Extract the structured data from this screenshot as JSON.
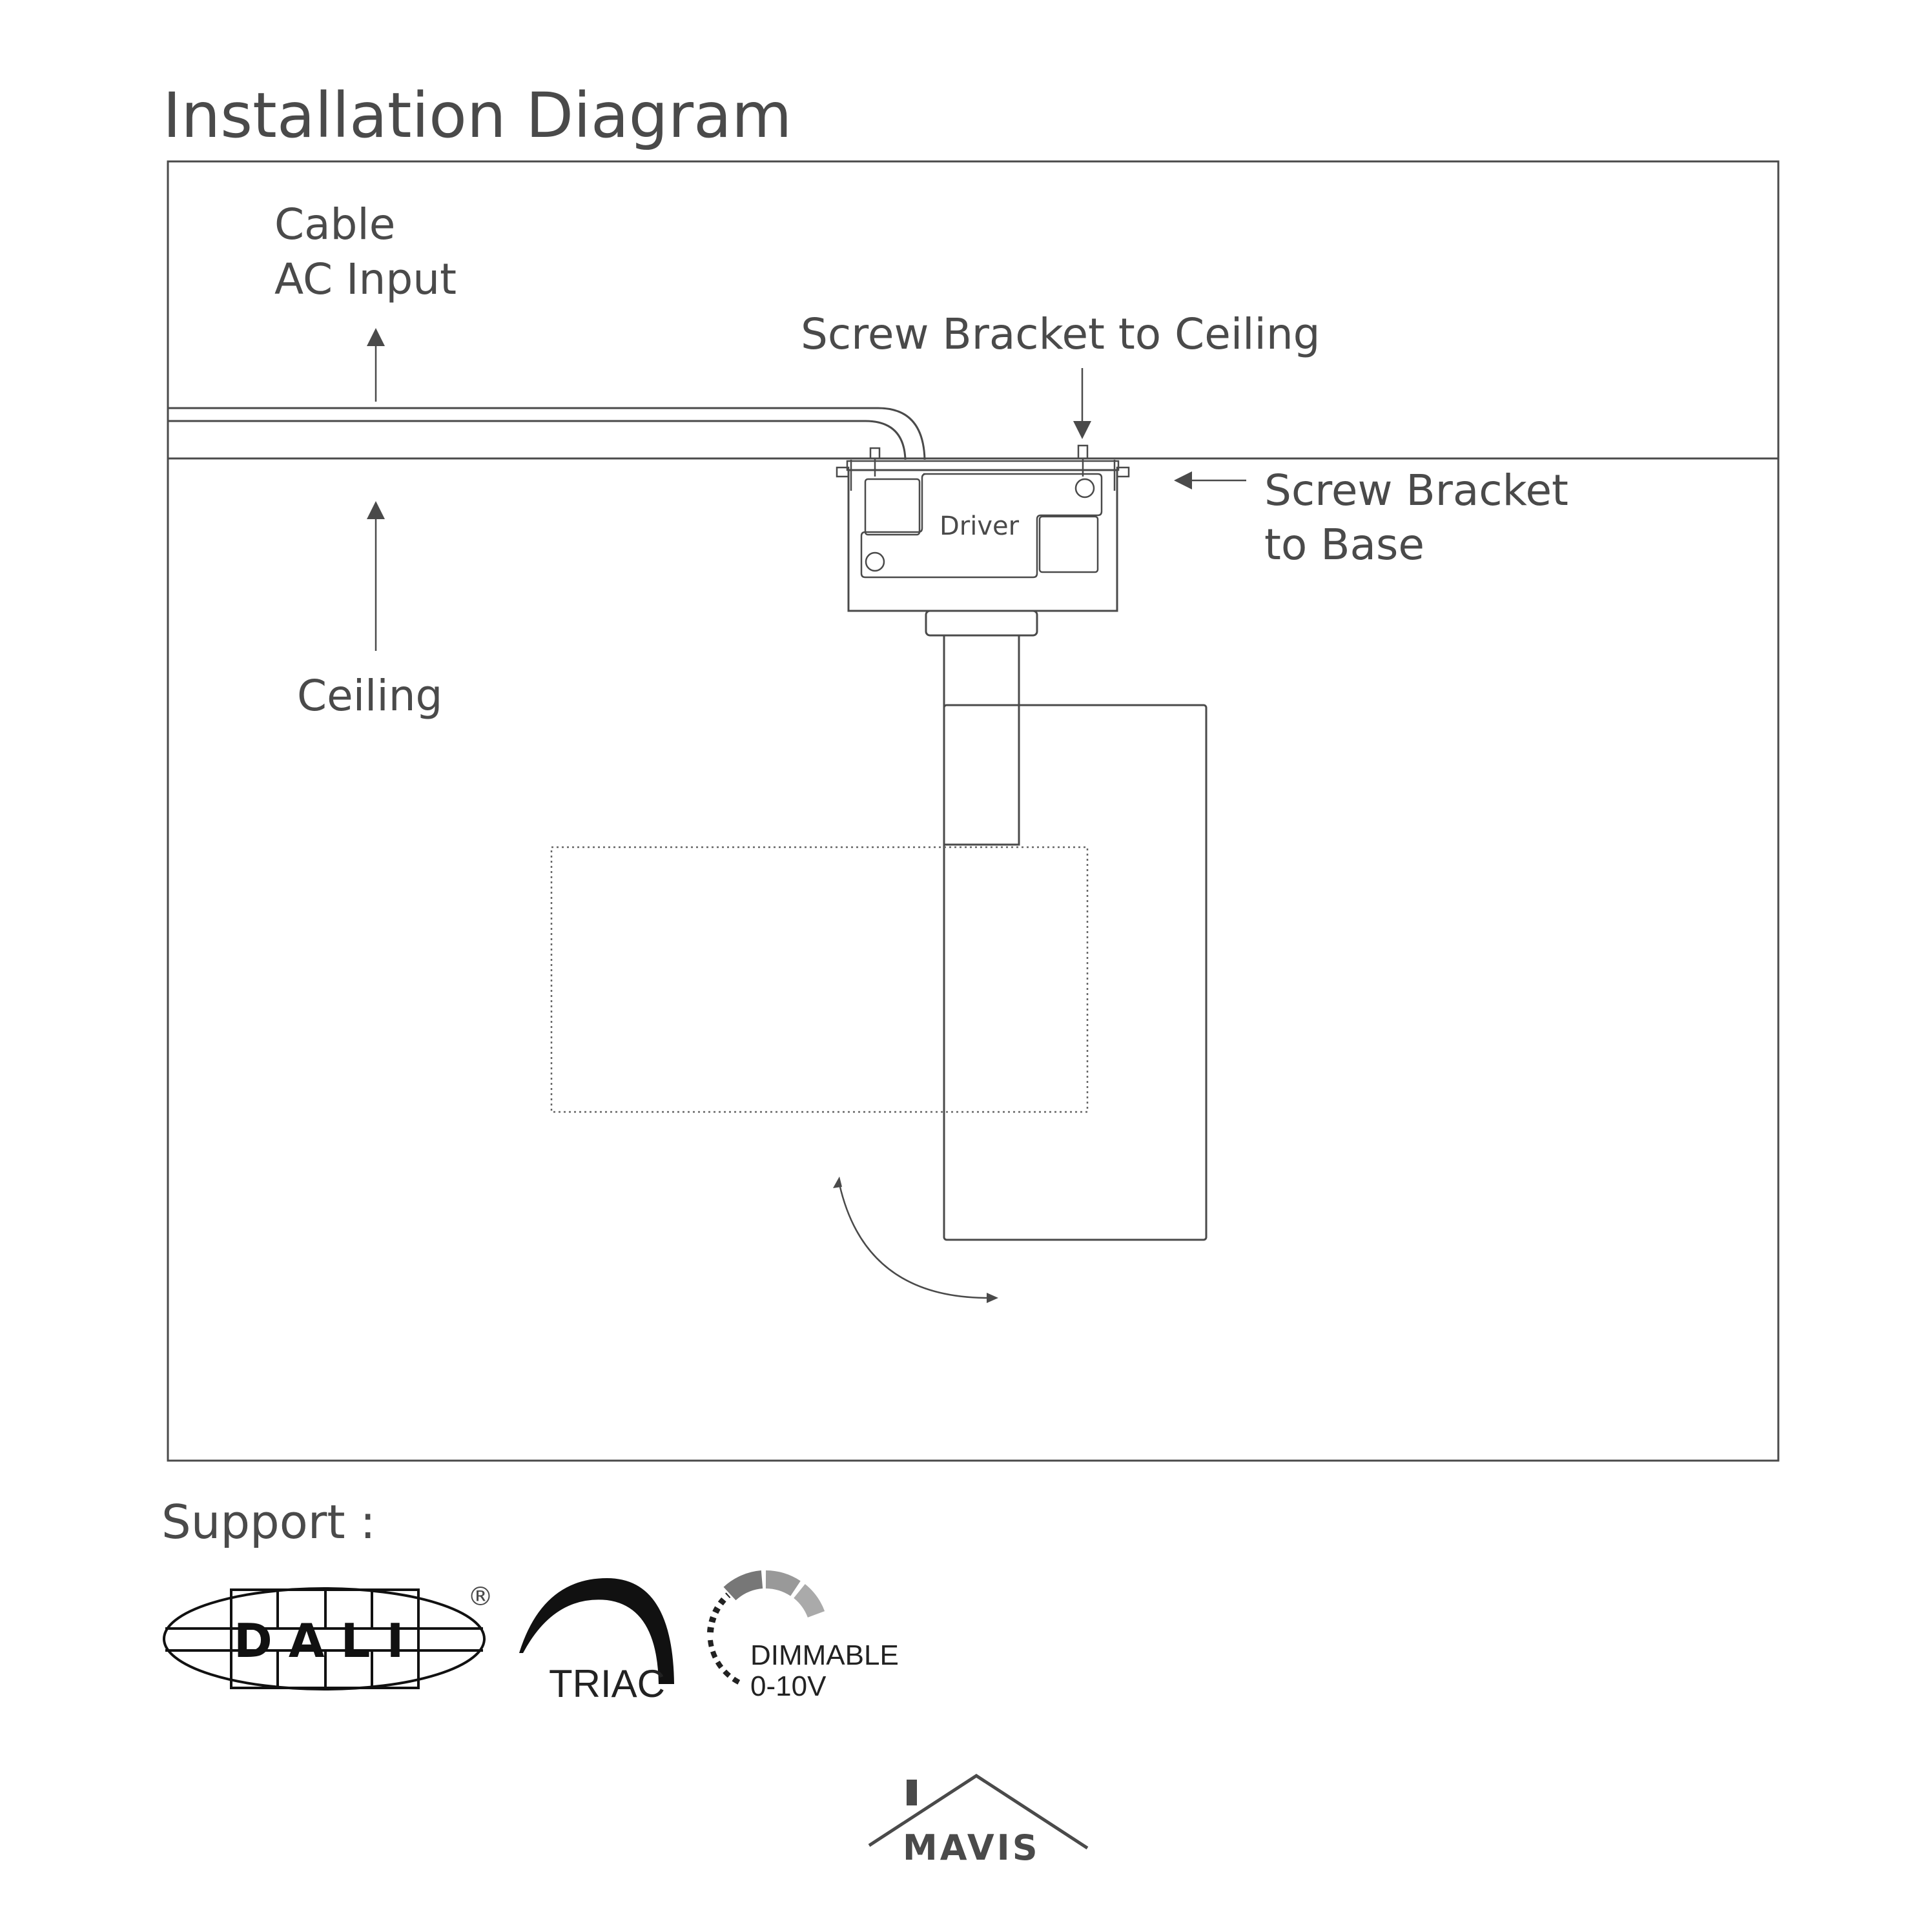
{
  "diagram": {
    "title": "Installation Diagram",
    "labels": {
      "cable_line1": "Cable",
      "cable_line2": "AC Input",
      "screw_bracket_ceiling": "Screw Bracket to Ceiling",
      "screw_bracket_base_line1": "Screw Bracket",
      "screw_bracket_base_line2": "to Base",
      "ceiling": "Ceiling",
      "driver": "Driver"
    }
  },
  "support": {
    "heading": "Support :",
    "logos": {
      "dali": "D A L I",
      "dali_mark": "®",
      "triac": "TRIAC",
      "dimmable_line1": "DIMMABLE",
      "dimmable_line2": "0-10V"
    }
  },
  "brand": {
    "name": "MAVIS"
  },
  "colors": {
    "ink": "#4a4a4a",
    "background": "#ffffff"
  }
}
